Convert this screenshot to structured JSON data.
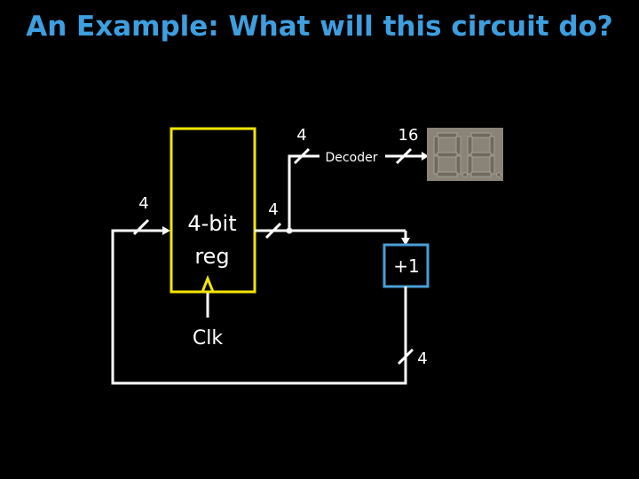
{
  "slide": {
    "title": "An Example: What will this circuit do?"
  },
  "diagram": {
    "register_label_line1": "4-bit",
    "register_label_line2": "reg",
    "clock_label": "Clk",
    "decoder_label": "Decoder",
    "incrementer_label": "+1",
    "bus_width_input": "4",
    "bus_width_output": "4",
    "bus_width_decoder_in": "4",
    "bus_width_decoder_out": "16",
    "bus_width_feedback": "4"
  },
  "display": {
    "digit_count": 2
  },
  "colors": {
    "title": "#3d9fe0",
    "register_border": "#f5e600",
    "clock_triangle": "#f5e600",
    "box_border": "#4a9fd6",
    "wire": "#ffffff",
    "background": "#000000",
    "display_bg": "#8a8478"
  }
}
